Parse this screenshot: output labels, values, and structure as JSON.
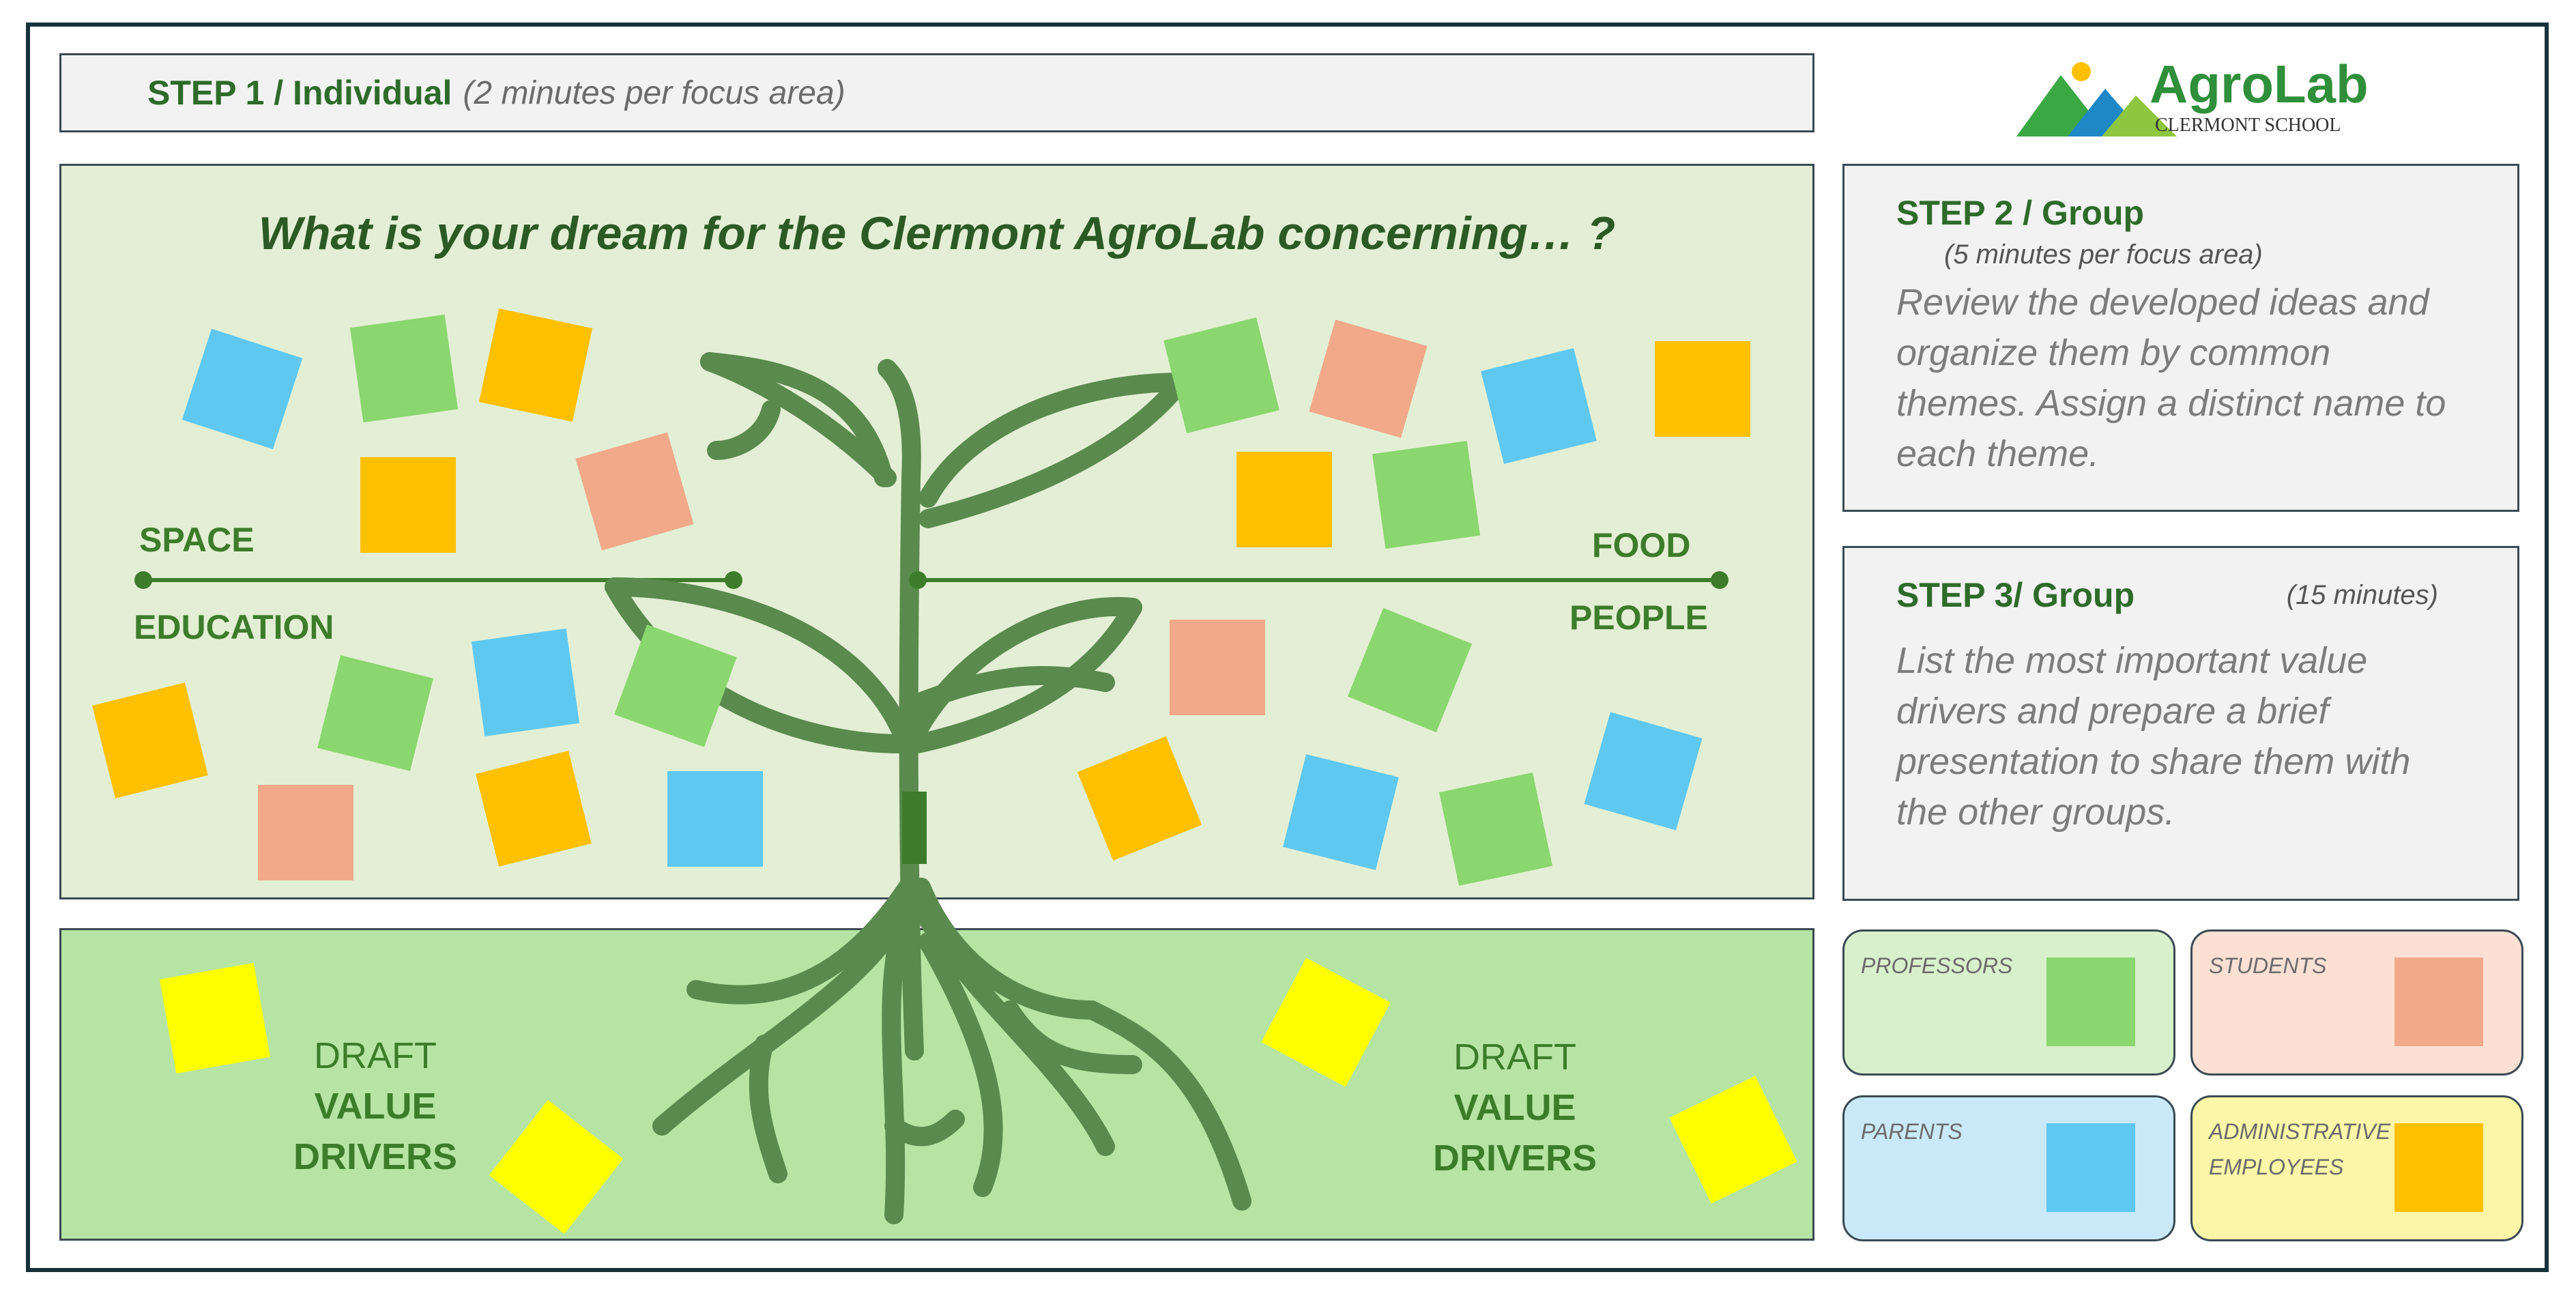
{
  "step1": {
    "title": "STEP 1 / Individual",
    "subtitle": "(2 minutes per focus area)"
  },
  "dream": {
    "question": "What is your dream for the Clermont AgroLab concerning… ?"
  },
  "labels": {
    "space": "SPACE",
    "education": "EDUCATION",
    "food": "FOOD",
    "people": "PEOPLE"
  },
  "drafts": [
    {
      "line1": "DRAFT",
      "line2": "VALUE DRIVERS"
    },
    {
      "line1": "DRAFT",
      "line2": "VALUE DRIVERS"
    }
  ],
  "step2": {
    "title": "STEP 2 / Group",
    "subtitle": "(5 minutes per focus area)",
    "body": "Review the developed ideas and organize them by common themes. Assign a distinct name to each theme."
  },
  "step3": {
    "title": "STEP 3/ Group",
    "subtitle": "(15 minutes)",
    "body": "List the most important value drivers and prepare a brief presentation to share them with the other groups."
  },
  "legend": [
    {
      "label": "PROFESSORS",
      "color": "#8ad66f",
      "bg": "#d9f0cc"
    },
    {
      "label": "STUDENTS",
      "color": "#f1a98a",
      "bg": "#fbe0d3"
    },
    {
      "label": "PARENTS",
      "color": "#5ec8f1",
      "bg": "#c9e9f8"
    },
    {
      "label": "ADMINISTRATIVE EMPLOYEES",
      "color": "#ffc000",
      "bg": "#fbf6a8"
    }
  ],
  "logo": {
    "name_main": "AgroLab",
    "name_sub": "CLERMONT SCHOOL"
  },
  "colors": {
    "green_note": "#8ad66f",
    "orange_note": "#ffc000",
    "salmon_note": "#f1a98a",
    "blue_note": "#5ec8f1",
    "yellow_note": "#ffff00",
    "plant": "#5a8a4e"
  }
}
